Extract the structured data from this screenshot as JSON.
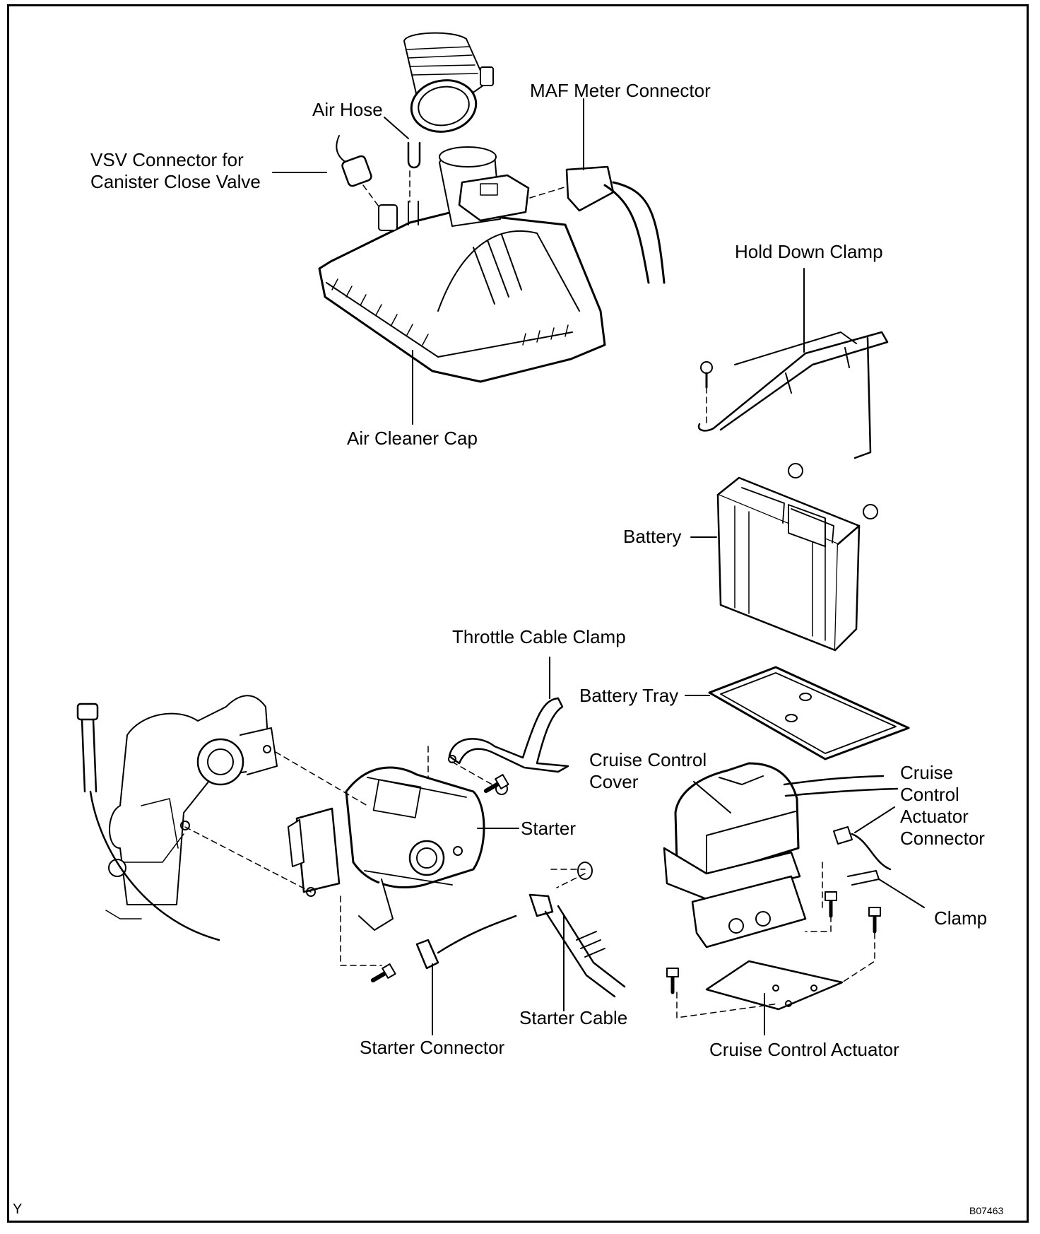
{
  "labels": {
    "air_hose": "Air Hose",
    "maf_meter_connector": "MAF Meter Connector",
    "vsv_connector": "VSV Connector for\nCanister Close Valve",
    "hold_down_clamp": "Hold Down Clamp",
    "air_cleaner_cap": "Air Cleaner Cap",
    "battery": "Battery",
    "throttle_cable_clamp": "Throttle Cable Clamp",
    "battery_tray": "Battery Tray",
    "cruise_control_cover": "Cruise Control\nCover",
    "cruise_control_actuator_connector": "Cruise\nControl\nActuator\nConnector",
    "starter": "Starter",
    "clamp": "Clamp",
    "starter_cable": "Starter Cable",
    "starter_connector": "Starter Connector",
    "cruise_control_actuator": "Cruise Control Actuator"
  },
  "corner_code_left": "Y",
  "figure_code": "B07463"
}
